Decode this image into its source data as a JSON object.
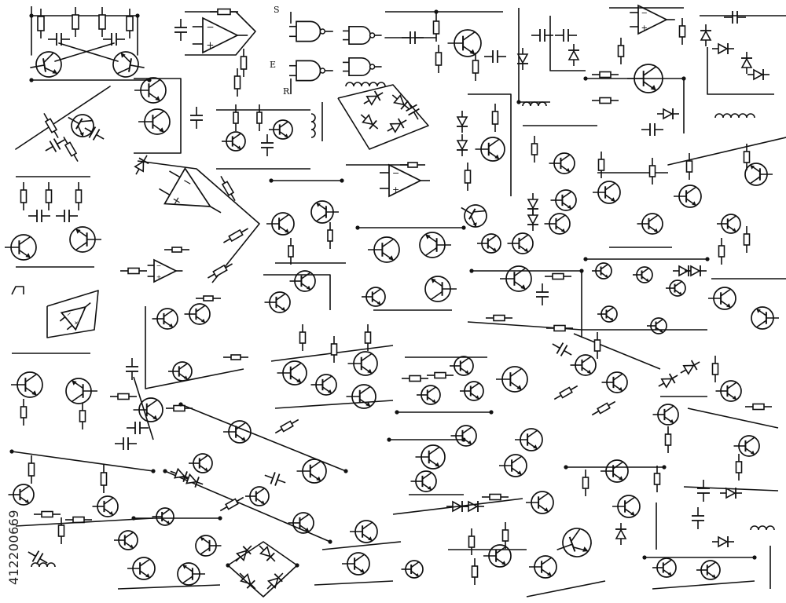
{
  "labels": {
    "s": "S",
    "e": "E",
    "r": "R"
  },
  "watermark": {
    "id": "412200669"
  },
  "colors": {
    "ink": "#111111",
    "background": "#ffffff"
  }
}
